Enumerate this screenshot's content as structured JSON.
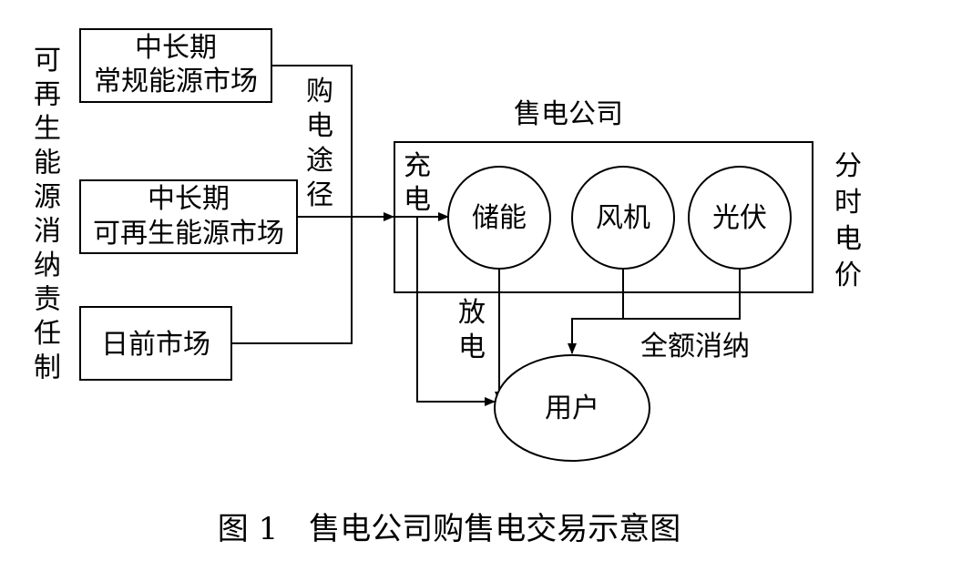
{
  "left_vertical_label": "可再生能源消纳责任制",
  "markets": {
    "conventional": {
      "line1": "中长期",
      "line2": "常规能源市场"
    },
    "renewable": {
      "line1": "中长期",
      "line2": "可再生能源市场"
    },
    "day_ahead": {
      "label": "日前市场"
    }
  },
  "purchase_path_label": "购电途径",
  "company": {
    "title": "售电公司",
    "storage": "储能",
    "wind": "风机",
    "solar": "光伏",
    "charge_label": "充电"
  },
  "tou_price_label": "分时电价",
  "discharge_label": "放电",
  "full_consumption_label": "全额消纳",
  "user_label": "用户",
  "caption": "图 1　售电公司购售电交易示意图"
}
